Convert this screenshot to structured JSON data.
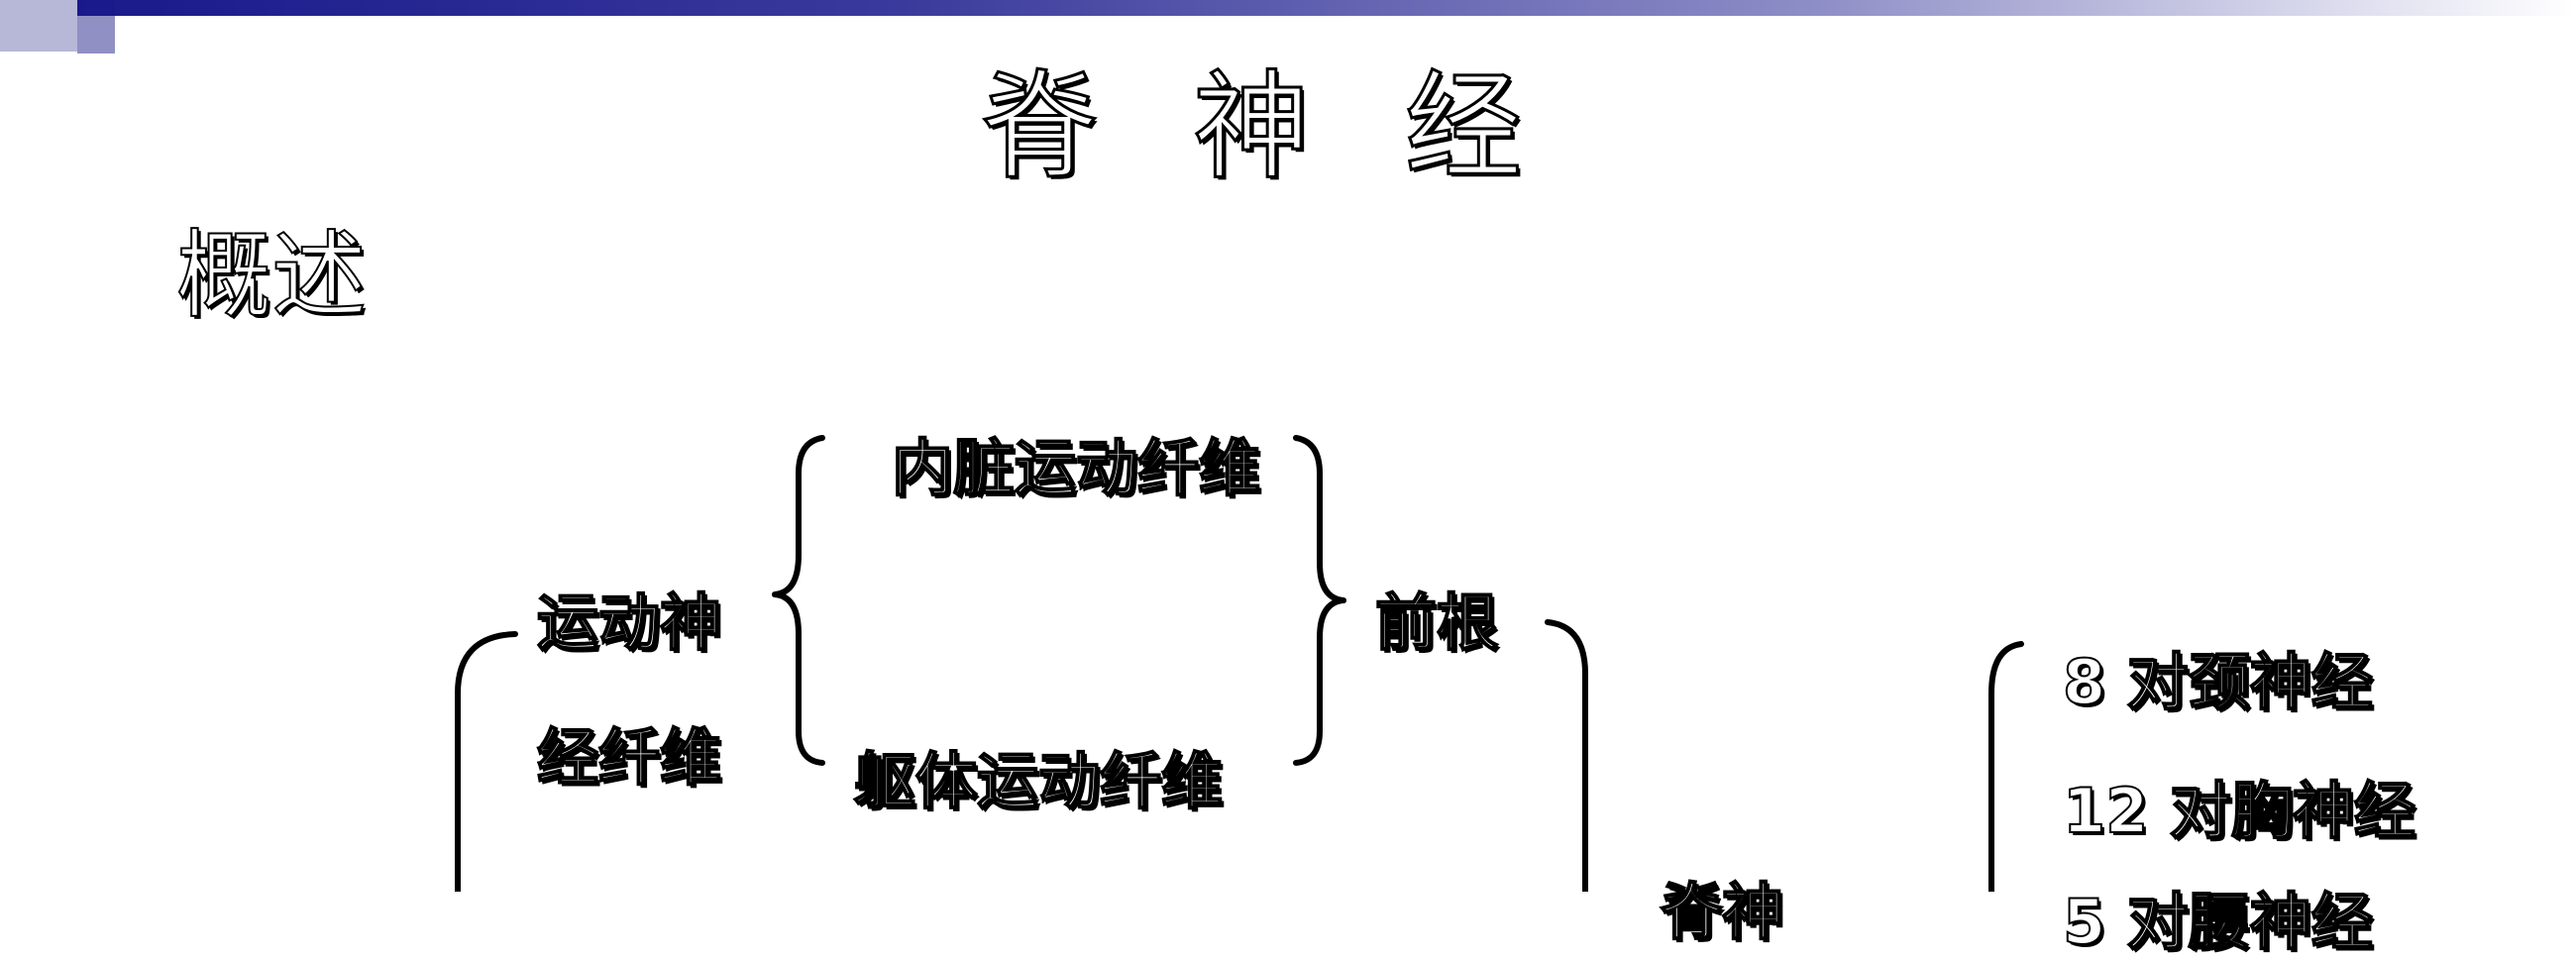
{
  "slide": {
    "title": "脊神经",
    "subtitle": "概述"
  },
  "diagram": {
    "visceral_motor": "内脏运动纤维",
    "somatic_motor": "躯体运动纤维",
    "motor_nerve_line1": "运动神",
    "motor_nerve_line2": "经纤维",
    "anterior_root": "前根",
    "spinal_nerve_partial": "脊神",
    "cervical": "8 对颈神经",
    "thoracic": "12 对胸神经",
    "lumbar_partial": "5 对腰神经"
  }
}
